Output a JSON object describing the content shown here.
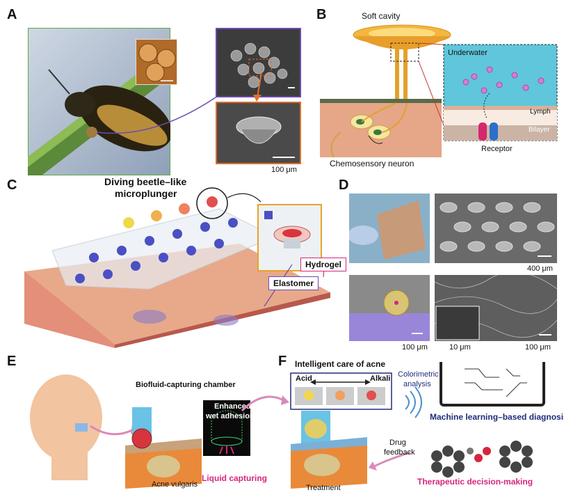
{
  "panels": {
    "A": {
      "label": "A",
      "scale_bar": "100 μm"
    },
    "B": {
      "label": "B",
      "soft_cavity": "Soft cavity",
      "underwater": "Underwater",
      "lymph": "Lymph",
      "bilayer": "Bilayer",
      "receptor": "Receptor",
      "neuron": "Chemosensory neuron"
    },
    "C": {
      "label": "C",
      "title_line1": "Diving beetle–like",
      "title_line2": "microplunger",
      "hydrogel": "Hydrogel",
      "elastomer": "Elastomer"
    },
    "D": {
      "label": "D",
      "scale_top": "400 μm",
      "scale_b1": "100 μm",
      "scale_b2": "10 μm",
      "scale_b3": "100 μm"
    },
    "E": {
      "label": "E",
      "chamber": "Biofluid-capturing chamber",
      "adhesion_line1": "Enhanced",
      "adhesion_line2": "wet adhesion",
      "acne": "Acne vulgaris",
      "liquid": "Liquid capturing"
    },
    "F": {
      "label": "F",
      "care_title": "Intelligent care of acne",
      "acid": "Acid",
      "alkali": "Alkali",
      "colorimetric_line1": "Colorimetric",
      "colorimetric_line2": "analysis",
      "ml": "Machine learning–based diagnosis",
      "drug_line1": "Drug",
      "drug_line2": "feedback",
      "treatment": "Treatment",
      "therapeutic": "Therapeutic decision-making"
    }
  },
  "colors": {
    "purple": "#6a4bb0",
    "orange": "#e0702a",
    "magenta": "#d6267c",
    "navy": "#1f2d7a",
    "green_frame": "#5aa845",
    "skin": "#e9a27f",
    "water": "#5fc6dc"
  }
}
